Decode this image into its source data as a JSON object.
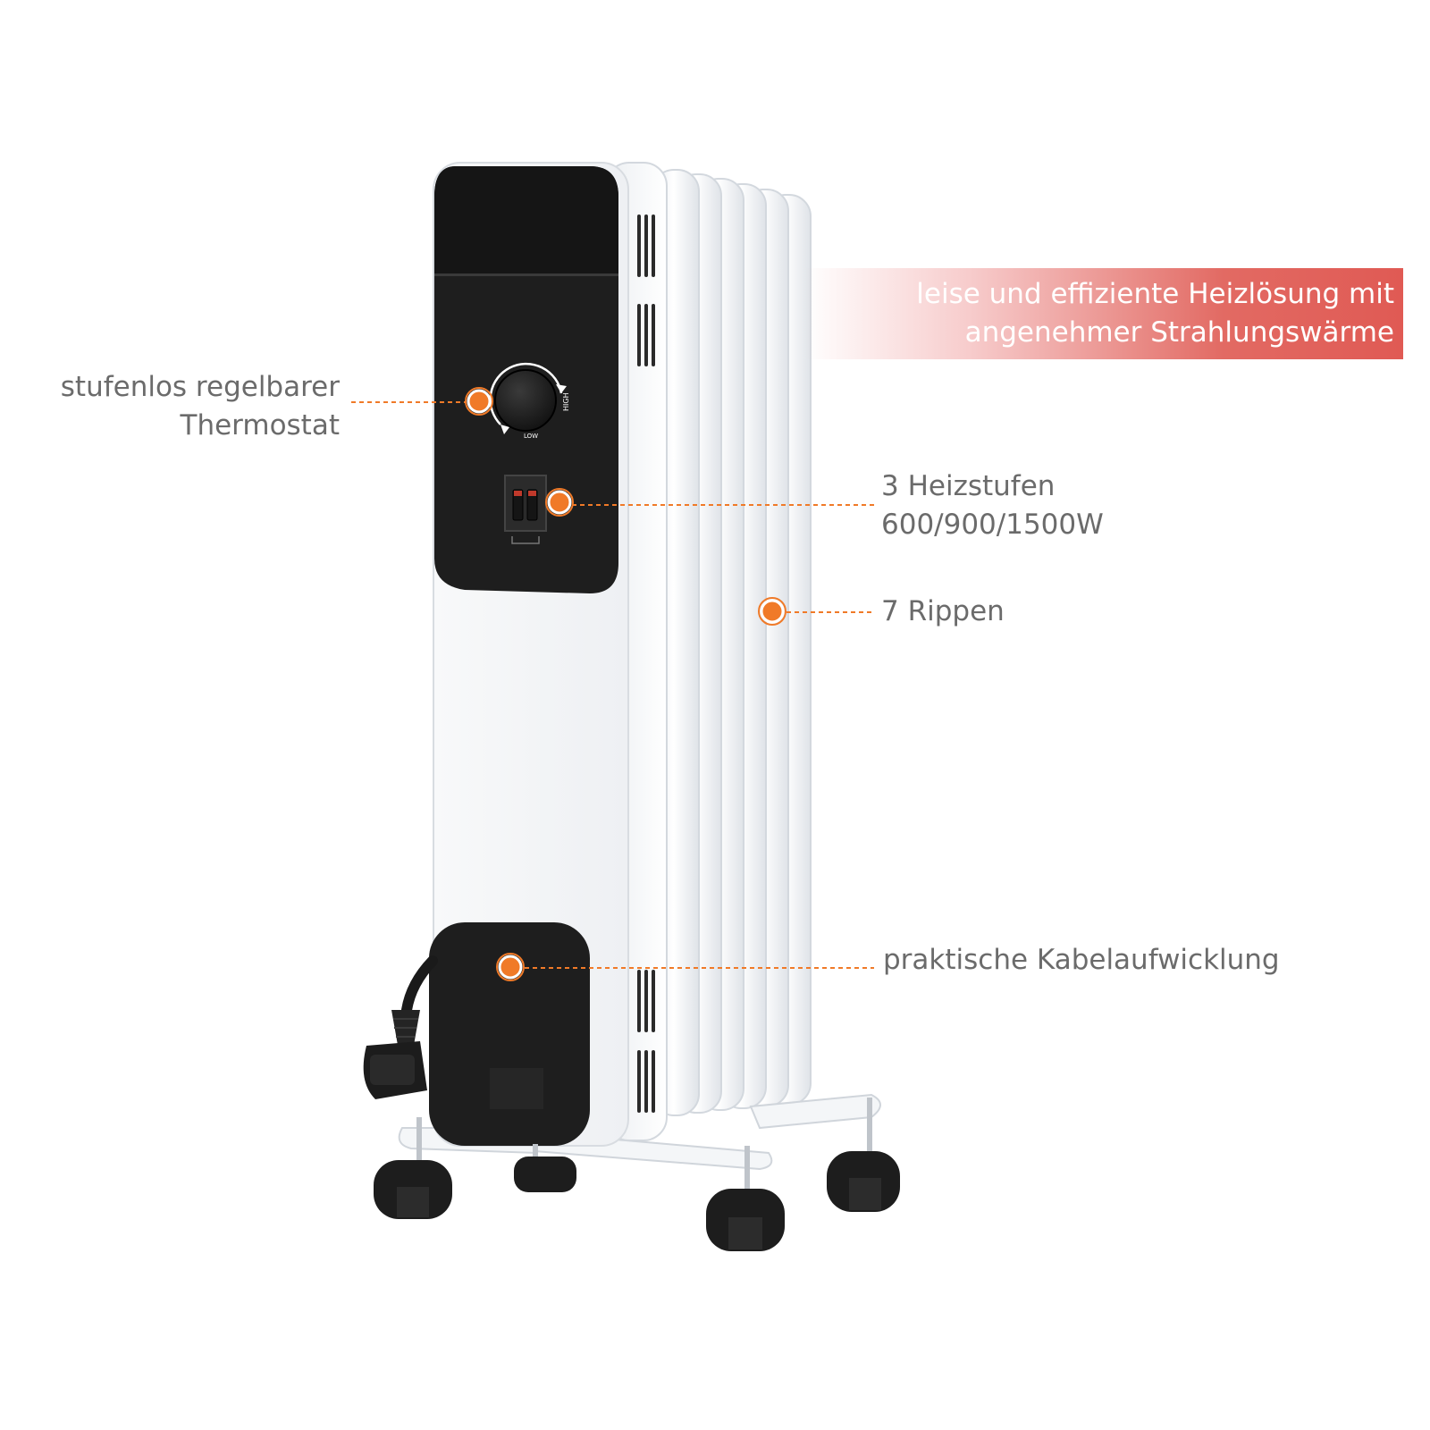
{
  "banner": {
    "line1": "leise und effiziente Heizlösung mit",
    "line2": "angenehmer Strahlungswärme"
  },
  "features": {
    "thermostat": {
      "line1": "stufenlos regelbarer",
      "line2": "Thermostat"
    },
    "levels": {
      "line1": "3 Heizstufen",
      "line2": "600/900/1500W"
    },
    "ribs": {
      "line1": "7 Rippen"
    },
    "cable": {
      "line1": "praktische Kabelaufwicklung"
    }
  },
  "product": {
    "knob_high": "HIGH",
    "knob_low": "LOW"
  },
  "colors": {
    "accent_orange": "#f07a28",
    "label_gray": "#6b6b6b",
    "banner_red": "#e05a54",
    "heater_white": "#f2f4f6",
    "panel_black": "#1e1e1e"
  },
  "icons": {
    "callout": "orange-dot-icon",
    "knob": "thermostat-knob-icon",
    "switch": "rocker-switch-icon",
    "plug": "power-plug-icon",
    "wheel": "caster-wheel-icon"
  }
}
